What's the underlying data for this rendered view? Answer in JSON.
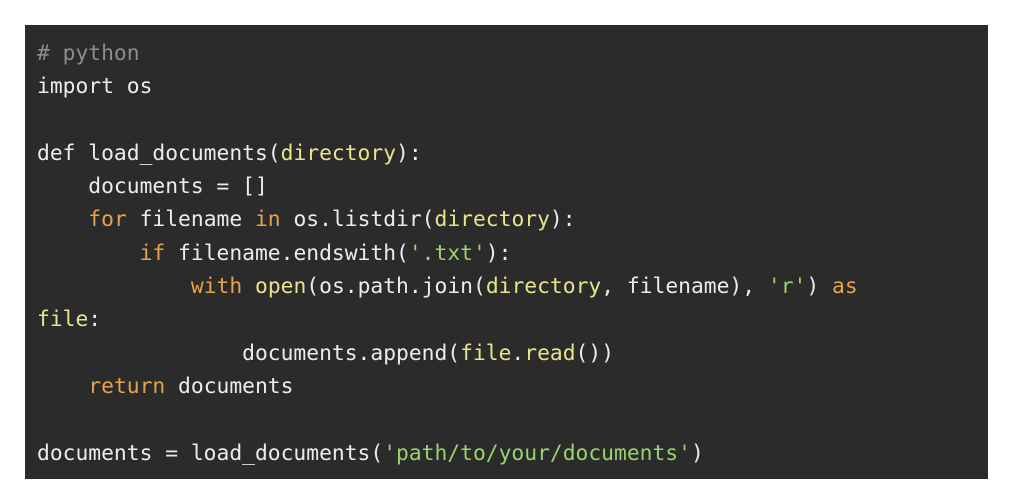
{
  "editor": {
    "background": "#2b2b2b",
    "lines": [
      [
        {
          "t": "comment",
          "text": "# python"
        }
      ],
      [
        {
          "t": "text",
          "text": "import os"
        }
      ],
      [],
      [
        {
          "t": "text",
          "text": "def load_documents("
        },
        {
          "t": "param",
          "text": "directory"
        },
        {
          "t": "text",
          "text": "):"
        }
      ],
      [
        {
          "t": "text",
          "text": "    documents = []"
        }
      ],
      [
        {
          "t": "text",
          "text": "    "
        },
        {
          "t": "keyword",
          "text": "for"
        },
        {
          "t": "text",
          "text": " filename "
        },
        {
          "t": "keyword",
          "text": "in"
        },
        {
          "t": "text",
          "text": " os.listdir("
        },
        {
          "t": "param",
          "text": "directory"
        },
        {
          "t": "text",
          "text": "):"
        }
      ],
      [
        {
          "t": "text",
          "text": "        "
        },
        {
          "t": "keyword",
          "text": "if"
        },
        {
          "t": "text",
          "text": " filename.endswith("
        },
        {
          "t": "string",
          "text": "'.txt'"
        },
        {
          "t": "text",
          "text": "):"
        }
      ],
      [
        {
          "t": "text",
          "text": "            "
        },
        {
          "t": "keyword",
          "text": "with"
        },
        {
          "t": "text",
          "text": " "
        },
        {
          "t": "builtin",
          "text": "open"
        },
        {
          "t": "text",
          "text": "(os.path.join("
        },
        {
          "t": "param",
          "text": "directory"
        },
        {
          "t": "text",
          "text": ", filename), "
        },
        {
          "t": "string",
          "text": "'r'"
        },
        {
          "t": "text",
          "text": ") "
        },
        {
          "t": "keyword",
          "text": "as"
        }
      ],
      [
        {
          "t": "param",
          "text": "file"
        },
        {
          "t": "text",
          "text": ":"
        }
      ],
      [
        {
          "t": "text",
          "text": "                documents.append("
        },
        {
          "t": "param",
          "text": "file"
        },
        {
          "t": "text",
          "text": "."
        },
        {
          "t": "builtin",
          "text": "read"
        },
        {
          "t": "text",
          "text": "())"
        }
      ],
      [
        {
          "t": "text",
          "text": "    "
        },
        {
          "t": "keyword",
          "text": "return"
        },
        {
          "t": "text",
          "text": " documents"
        }
      ],
      [],
      [
        {
          "t": "text",
          "text": "documents = load_documents("
        },
        {
          "t": "string",
          "text": "'path/to/your/documents'"
        },
        {
          "t": "text",
          "text": ")"
        }
      ]
    ]
  }
}
